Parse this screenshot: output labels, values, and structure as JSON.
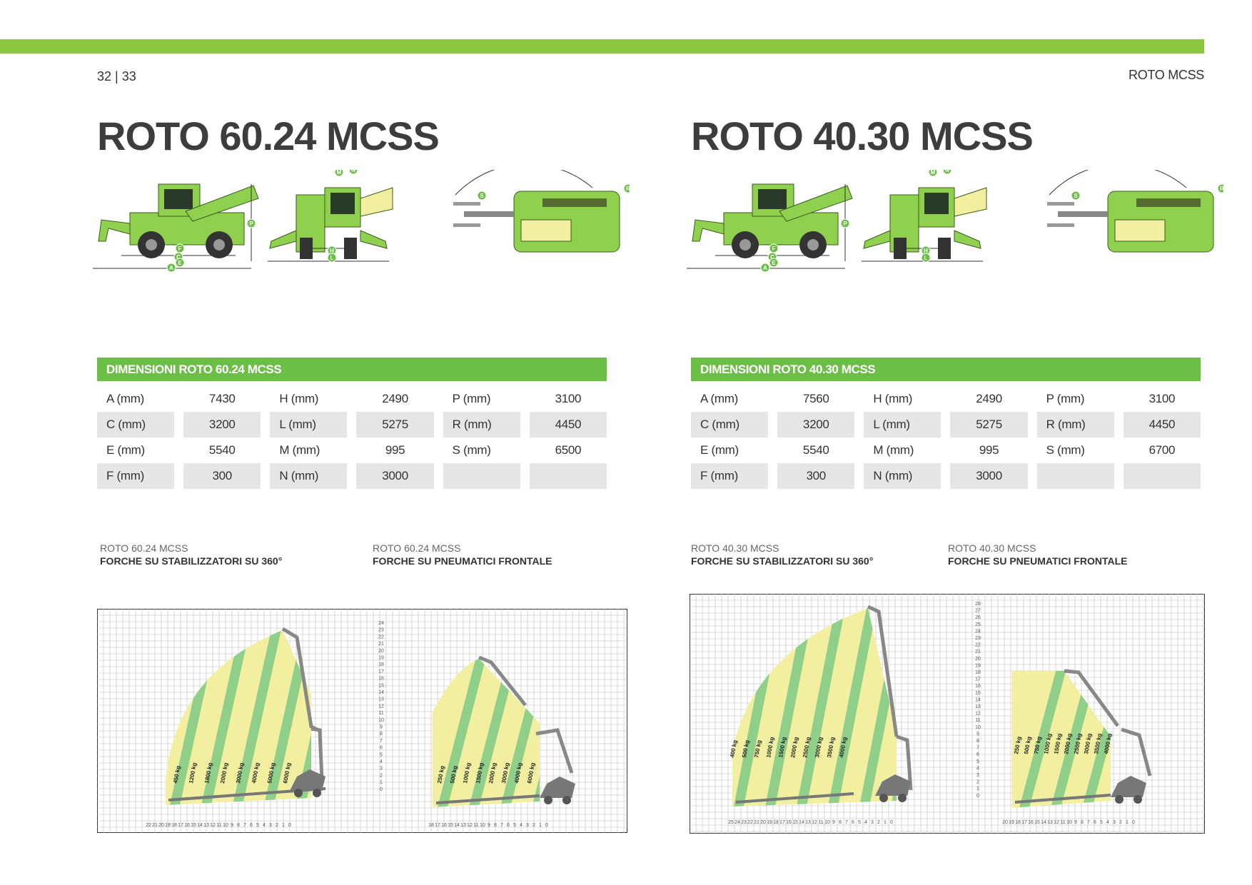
{
  "header": {
    "page_number": "32 | 33",
    "section_title": "ROTO MCSS"
  },
  "colors": {
    "brand_green": "#8cc63f",
    "table_header_green": "#6cbf46",
    "machine_green": "#8fd14f",
    "zone_yellow": "#f2f0a0",
    "zone_green": "#8fcf8a"
  },
  "models": [
    {
      "title": "ROTO 60.24 MCSS",
      "table_title": "DIMENSIONI ROTO 60.24 MCSS",
      "rows": [
        [
          {
            "label": "A (mm)",
            "value": "7430"
          },
          {
            "label": "H (mm)",
            "value": "2490"
          },
          {
            "label": "P (mm)",
            "value": "3100"
          }
        ],
        [
          {
            "label": "C (mm)",
            "value": "3200"
          },
          {
            "label": "L (mm)",
            "value": "5275"
          },
          {
            "label": "R (mm)",
            "value": "4450"
          }
        ],
        [
          {
            "label": "E (mm)",
            "value": "5540"
          },
          {
            "label": "M (mm)",
            "value": "995"
          },
          {
            "label": "S (mm)",
            "value": "6500"
          }
        ],
        [
          {
            "label": "F (mm)",
            "value": "300"
          },
          {
            "label": "N (mm)",
            "value": "3000"
          },
          {
            "label": "",
            "value": ""
          }
        ]
      ],
      "charts": [
        {
          "model": "ROTO 60.24 MCSS",
          "caption": "FORCHE SU STABILIZZATORI SU 360°",
          "load_labels": [
            "450 kg",
            "1200 kg",
            "1800 kg",
            "2000 kg",
            "3000 kg",
            "4000 kg",
            "5000 kg",
            "6000 kg"
          ],
          "x_ticks": [
            "22",
            "21",
            "20",
            "19",
            "18",
            "17",
            "16",
            "15",
            "14",
            "13",
            "12",
            "11",
            "10",
            "9",
            "8",
            "7",
            "6",
            "5",
            "4",
            "3",
            "2",
            "1",
            "0"
          ]
        },
        {
          "model": "ROTO 60.24 MCSS",
          "caption": "FORCHE SU PNEUMATICI FRONTALE",
          "load_labels": [
            "250 kg",
            "500 kg",
            "1000 kg",
            "1500 kg",
            "2000 kg",
            "3000 kg",
            "4000 kg",
            "6000 kg"
          ],
          "x_ticks": [
            "18",
            "17",
            "16",
            "15",
            "14",
            "13",
            "12",
            "11",
            "10",
            "9",
            "8",
            "7",
            "6",
            "5",
            "4",
            "3",
            "2",
            "1",
            "0"
          ],
          "y_ticks": [
            "24",
            "23",
            "22",
            "21",
            "20",
            "19",
            "18",
            "17",
            "16",
            "15",
            "14",
            "13",
            "12",
            "11",
            "10",
            "9",
            "8",
            "7",
            "6",
            "5",
            "4",
            "3",
            "2",
            "1",
            "0"
          ]
        }
      ]
    },
    {
      "title": "ROTO 40.30 MCSS",
      "table_title": "DIMENSIONI ROTO 40.30 MCSS",
      "rows": [
        [
          {
            "label": "A (mm)",
            "value": "7560"
          },
          {
            "label": "H (mm)",
            "value": "2490"
          },
          {
            "label": "P (mm)",
            "value": "3100"
          }
        ],
        [
          {
            "label": "C (mm)",
            "value": "3200"
          },
          {
            "label": "L (mm)",
            "value": "5275"
          },
          {
            "label": "R (mm)",
            "value": "4450"
          }
        ],
        [
          {
            "label": "E (mm)",
            "value": "5540"
          },
          {
            "label": "M (mm)",
            "value": "995"
          },
          {
            "label": "S (mm)",
            "value": "6700"
          }
        ],
        [
          {
            "label": "F (mm)",
            "value": "300"
          },
          {
            "label": "N (mm)",
            "value": "3000"
          },
          {
            "label": "",
            "value": ""
          }
        ]
      ],
      "charts": [
        {
          "model": "ROTO 40.30 MCSS",
          "caption": "FORCHE SU STABILIZZATORI SU 360°",
          "load_labels": [
            "400 kg",
            "500 kg",
            "750 kg",
            "1000 kg",
            "1500 kg",
            "2000 kg",
            "2500 kg",
            "3000 kg",
            "3500 kg",
            "4000 kg"
          ],
          "x_ticks": [
            "25",
            "24",
            "23",
            "22",
            "21",
            "20",
            "19",
            "18",
            "17",
            "16",
            "15",
            "14",
            "13",
            "12",
            "11",
            "10",
            "9",
            "8",
            "7",
            "6",
            "5",
            "4",
            "3",
            "2",
            "1",
            "0"
          ]
        },
        {
          "model": "ROTO 40.30 MCSS",
          "caption": "FORCHE SU PNEUMATICI FRONTALE",
          "load_labels": [
            "250 kg",
            "500 kg",
            "750 kg",
            "1000 kg",
            "1500 kg",
            "2000 kg",
            "2500 kg",
            "3000 kg",
            "3500 kg",
            "4000 kg"
          ],
          "x_ticks": [
            "20",
            "19",
            "18",
            "17",
            "16",
            "15",
            "14",
            "13",
            "12",
            "11",
            "10",
            "9",
            "8",
            "7",
            "6",
            "5",
            "4",
            "3",
            "2",
            "1",
            "0"
          ],
          "y_ticks": [
            "28",
            "27",
            "26",
            "25",
            "24",
            "23",
            "22",
            "21",
            "20",
            "19",
            "18",
            "17",
            "16",
            "15",
            "14",
            "13",
            "12",
            "11",
            "10",
            "9",
            "8",
            "7",
            "6",
            "5",
            "4",
            "3",
            "2",
            "1",
            "0"
          ]
        }
      ]
    }
  ],
  "drawing_labels": {
    "side": [
      "A",
      "C",
      "E",
      "F",
      "P"
    ],
    "front": [
      "H",
      "L",
      "M",
      "N"
    ],
    "top": [
      "R",
      "S"
    ]
  }
}
